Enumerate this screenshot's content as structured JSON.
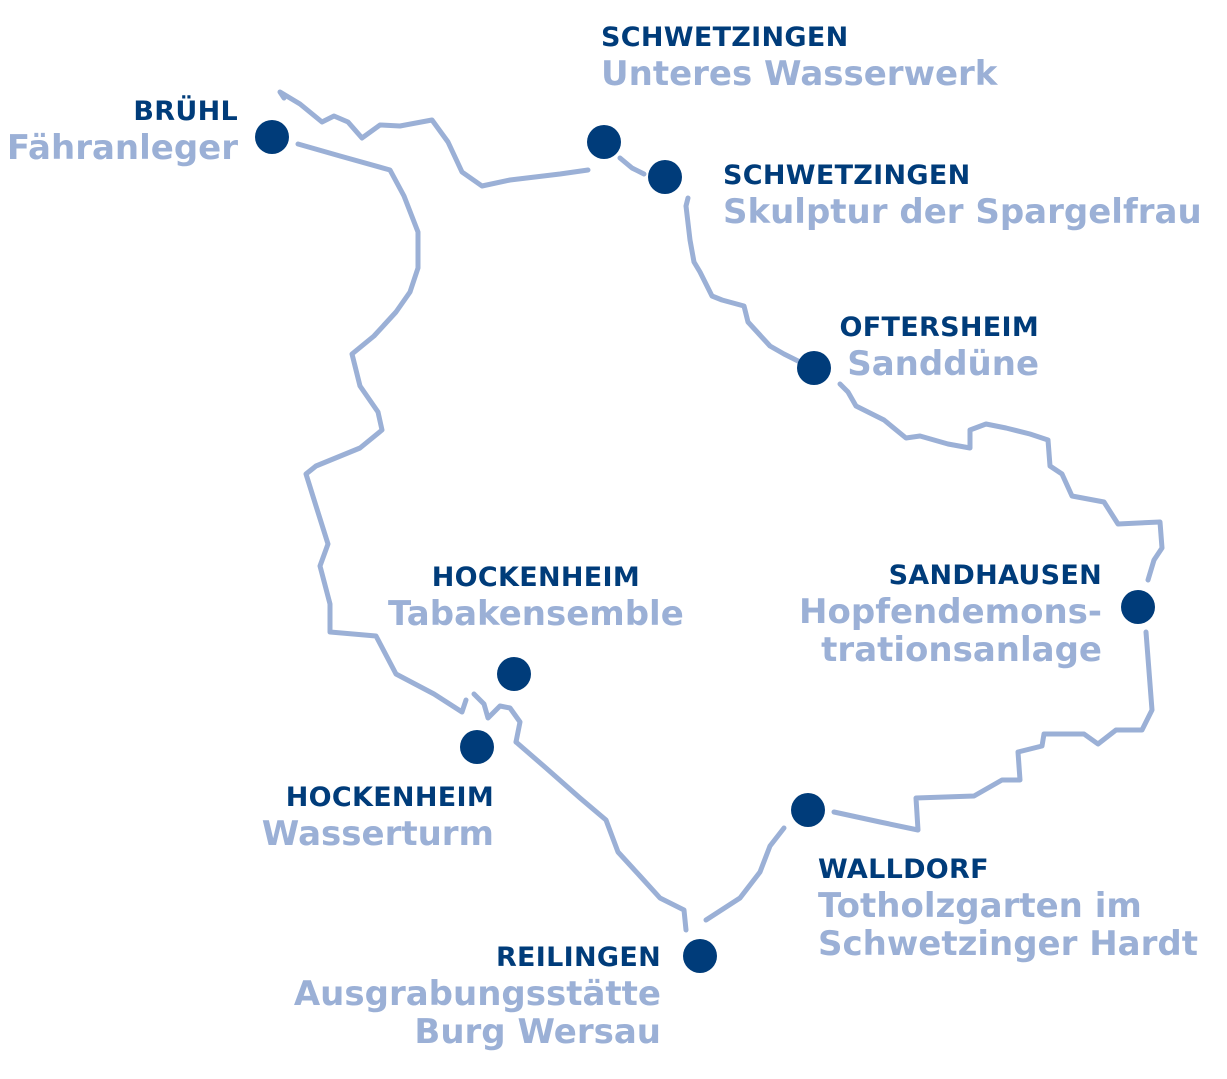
{
  "map": {
    "route_color": "#9bb0d6",
    "marker_color": "#003c7a",
    "town_color": "#003c7a",
    "site_color": "#9bb0d6"
  },
  "stops": [
    {
      "id": "bruehl",
      "town": "BRÜHL",
      "site_lines": [
        "Fähranleger"
      ]
    },
    {
      "id": "schwetzingen-wasserwerk",
      "town": "SCHWETZINGEN",
      "site_lines": [
        "Unteres Wasserwerk"
      ]
    },
    {
      "id": "schwetzingen-spargelfrau",
      "town": "SCHWETZINGEN",
      "site_lines": [
        "Skulptur der Spargelfrau"
      ]
    },
    {
      "id": "oftersheim",
      "town": "OFTERSHEIM",
      "site_lines": [
        "Sanddüne"
      ]
    },
    {
      "id": "sandhausen",
      "town": "SANDHAUSEN",
      "site_lines": [
        "Hopfendemons-",
        "trationsanlage"
      ]
    },
    {
      "id": "walldorf",
      "town": "WALLDORF",
      "site_lines": [
        "Totholzgarten im",
        "Schwetzinger Hardt"
      ]
    },
    {
      "id": "reilingen",
      "town": "REILINGEN",
      "site_lines": [
        "Ausgrabungsstätte",
        "Burg Wersau"
      ]
    },
    {
      "id": "hockenheim-wasserturm",
      "town": "HOCKENHEIM",
      "site_lines": [
        "Wasserturm"
      ]
    },
    {
      "id": "hockenheim-tabak",
      "town": "HOCKENHEIM",
      "site_lines": [
        "Tabakensemble"
      ]
    }
  ]
}
